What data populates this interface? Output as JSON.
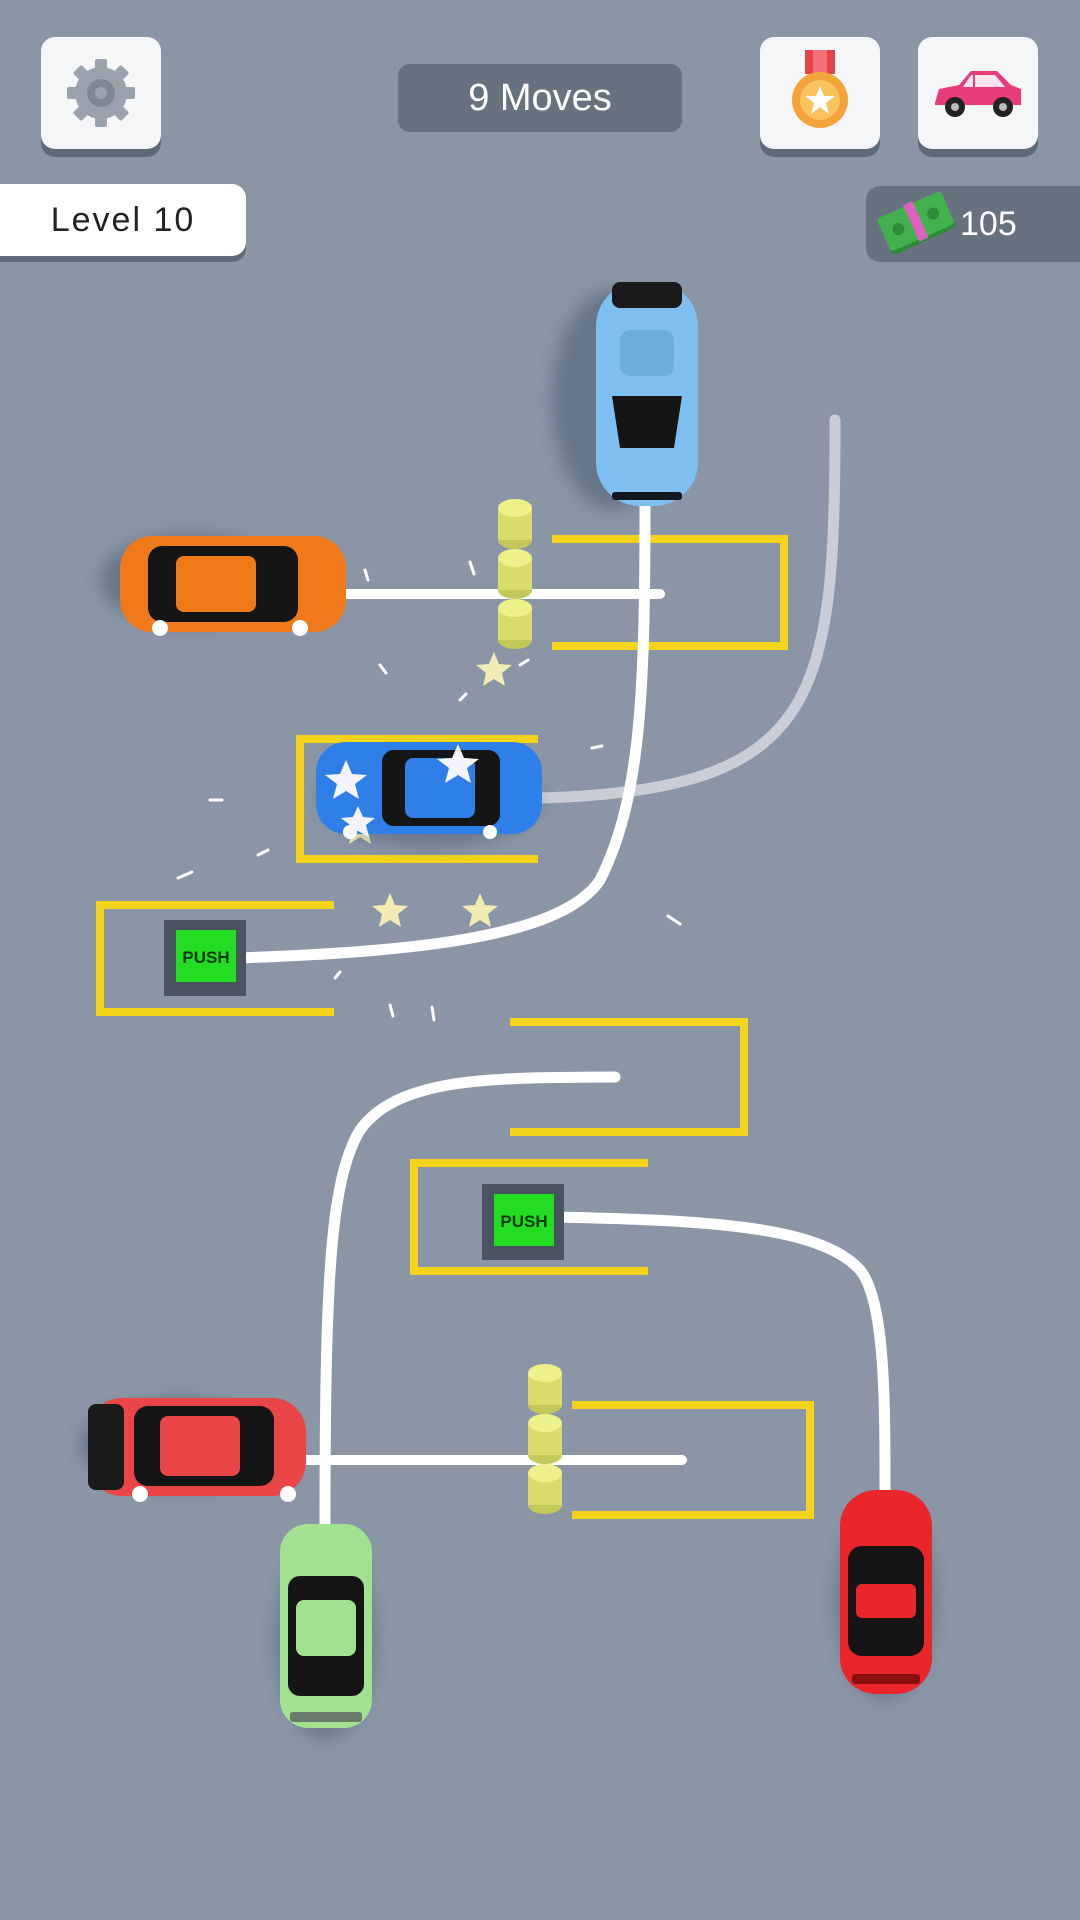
{
  "hud": {
    "moves_label": "9 Moves",
    "level_label": "Level 10",
    "cash_amount": "105"
  },
  "icons": {
    "settings": "gear-icon",
    "achievements": "medal-icon",
    "garage": "car-icon",
    "cash": "cash-icon"
  },
  "board": {
    "push_label": "PUSH",
    "button_color": "#22dd22",
    "parking_line_color": "#f4d41a",
    "path_color": "#ffffff",
    "bollard_color": "#d8dc6a"
  },
  "cars": [
    {
      "name": "light-blue-sports-car",
      "color": "#7fbff0"
    },
    {
      "name": "orange-hatchback",
      "color": "#f07a1a"
    },
    {
      "name": "blue-sedan",
      "color": "#2f7fe8"
    },
    {
      "name": "red-hatchback",
      "color": "#ea4648"
    },
    {
      "name": "green-sedan",
      "color": "#a2e192"
    },
    {
      "name": "red-coupe",
      "color": "#e8262c"
    }
  ]
}
